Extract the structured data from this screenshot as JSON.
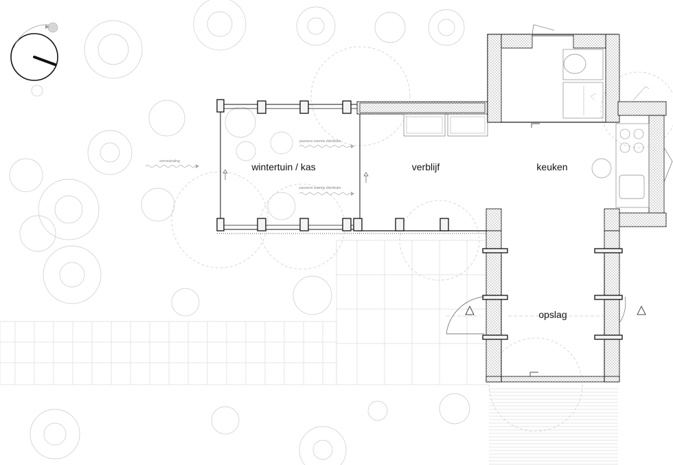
{
  "rooms": {
    "wintertuin": "wintertuin / kas",
    "verblijf": "verblijf",
    "keuken": "keuken",
    "opslag": "opslag"
  },
  "notes": {
    "sun": "zonnestraling",
    "passive_top": "passieve warmte distributie",
    "passive_bottom": "passieve warmte distributie"
  },
  "icons": {
    "compass": "sun-path-compass-icon",
    "tree": "tree-icon",
    "door": "door-swing-icon",
    "section": "section-marker-icon"
  }
}
